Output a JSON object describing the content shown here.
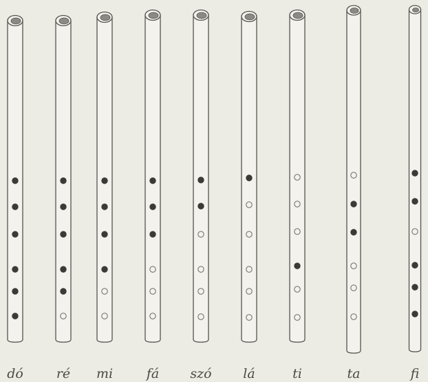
{
  "colors": {
    "background": "#ecebe4",
    "ink": "#55534e",
    "closed_hole": "#3c3a36"
  },
  "pipes": [
    {
      "note": "dó",
      "holes": [
        1,
        1,
        1,
        1,
        1,
        1
      ]
    },
    {
      "note": "ré",
      "holes": [
        1,
        1,
        1,
        1,
        1,
        0
      ]
    },
    {
      "note": "mi",
      "holes": [
        1,
        1,
        1,
        1,
        0,
        0
      ]
    },
    {
      "note": "fá",
      "holes": [
        1,
        1,
        1,
        0,
        0,
        0
      ]
    },
    {
      "note": "szó",
      "holes": [
        1,
        1,
        0,
        0,
        0,
        0
      ]
    },
    {
      "note": "lá",
      "holes": [
        1,
        0,
        0,
        0,
        0,
        0
      ]
    },
    {
      "note": "ti",
      "holes": [
        0,
        0,
        0,
        1,
        0,
        0
      ]
    },
    {
      "note": "ta",
      "holes": [
        0,
        1,
        1,
        0,
        0,
        0
      ]
    },
    {
      "note": "fi",
      "holes": [
        1,
        1,
        0,
        1,
        1,
        1
      ]
    }
  ]
}
